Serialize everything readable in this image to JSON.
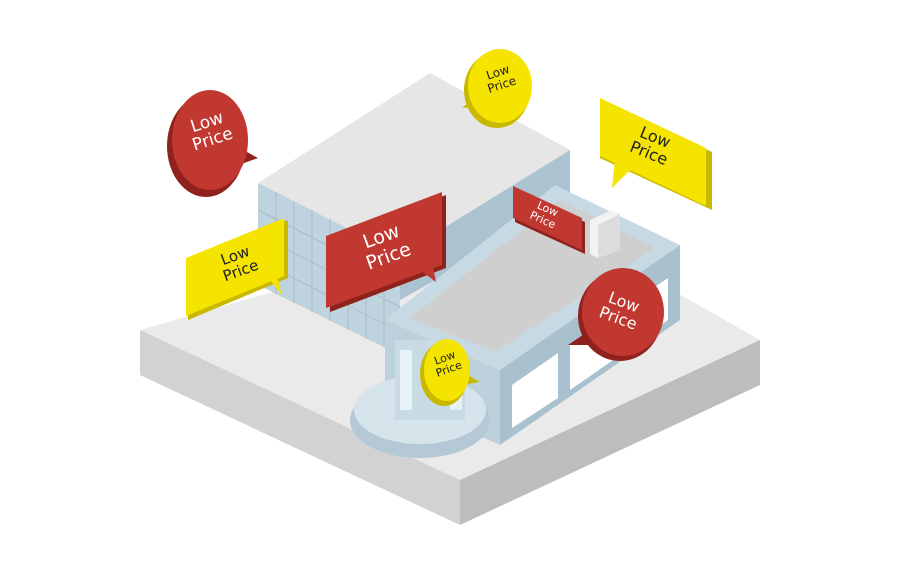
{
  "colors": {
    "background": "#ffffff",
    "plate_top": "#eaeaea",
    "plate_side_left": "#cfcfcf",
    "plate_side_right": "#b9b9b9",
    "roof_top": "#e7e7e7",
    "wall_left": "#bcd0db",
    "wall_right": "#a9c1ce",
    "glass": "#cfe2ec",
    "red": "#c0382f",
    "red_dark": "#8f221c",
    "yellow": "#f4e400",
    "yellow_dark": "#c8b800",
    "label_on_red": "#ffffff",
    "label_on_yellow": "#222222"
  },
  "bubbles": [
    {
      "id": "red-circle-left",
      "color": "red",
      "text": [
        "Low",
        "Price"
      ]
    },
    {
      "id": "yellow-circle-top",
      "color": "yellow",
      "text": [
        "Low",
        "Price"
      ]
    },
    {
      "id": "yellow-rect-right",
      "color": "yellow",
      "text": [
        "Low",
        "Price"
      ]
    },
    {
      "id": "yellow-rect-left",
      "color": "yellow",
      "text": [
        "Low",
        "Price"
      ]
    },
    {
      "id": "red-rect-center",
      "color": "red",
      "text": [
        "Low",
        "Price"
      ]
    },
    {
      "id": "red-rect-small",
      "color": "red",
      "text": [
        "Low",
        "Price"
      ]
    },
    {
      "id": "red-circle-right",
      "color": "red",
      "text": [
        "Low",
        "Price"
      ]
    },
    {
      "id": "yellow-circle-small",
      "color": "yellow",
      "text": [
        "Low",
        "Price"
      ]
    }
  ]
}
